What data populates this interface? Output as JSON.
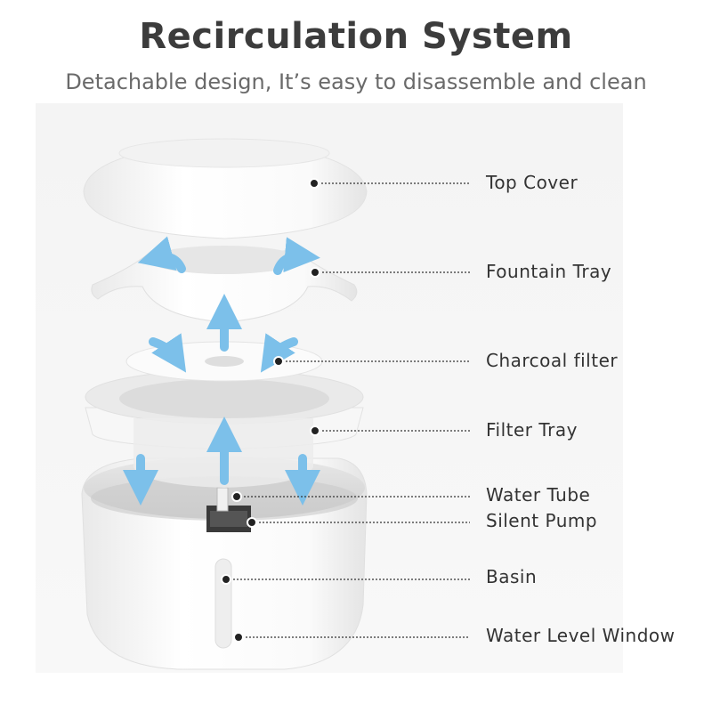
{
  "header": {
    "title": "Recirculation System",
    "subtitle": "Detachable design, It’s easy to disassemble and clean"
  },
  "parts": [
    {
      "label": "Top Cover"
    },
    {
      "label": "Fountain Tray"
    },
    {
      "label": "Charcoal filter"
    },
    {
      "label": "Filter Tray"
    },
    {
      "label": "Water Tube"
    },
    {
      "label": "Silent Pump"
    },
    {
      "label": "Basin"
    },
    {
      "label": "Water Level Window"
    }
  ],
  "colors": {
    "arrow": "#7cc0ea",
    "product_white": "#ffffff",
    "shadow": "#dcdcdc",
    "title": "#3c3c3c",
    "subtitle": "#6a6a6a",
    "label": "#333333"
  }
}
